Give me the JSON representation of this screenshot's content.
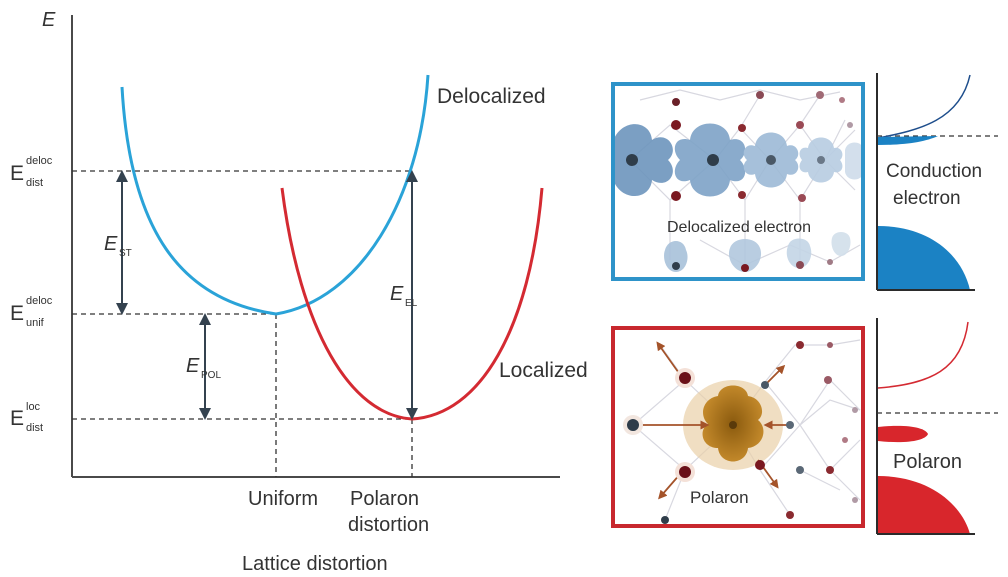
{
  "axes": {
    "y_label": "E",
    "x_label": "Lattice distortion",
    "x_ticks": [
      "Uniform",
      "Polaron",
      "distortion"
    ]
  },
  "levels": {
    "dist_deloc": {
      "main": "E",
      "sup": "deloc",
      "sub": "dist"
    },
    "unif_deloc": {
      "main": "E",
      "sup": "deloc",
      "sub": "unif"
    },
    "dist_loc": {
      "main": "E",
      "sup": "loc",
      "sub": "dist"
    }
  },
  "gaps": {
    "st": {
      "main": "E",
      "sub": "ST"
    },
    "pol": {
      "main": "E",
      "sub": "POL"
    },
    "el": {
      "main": "E",
      "sub": "EL"
    }
  },
  "curves": {
    "delocalized": {
      "label": "Delocalized",
      "color": "#2aa3d8"
    },
    "localized": {
      "label": "Localized",
      "color": "#d42a32"
    }
  },
  "panels": {
    "top": {
      "inset_label": "Delocalized electron",
      "side_label_1": "Conduction",
      "side_label_2": "electron",
      "frame_color": "#2e93c9",
      "fill_color": "#1b82c4"
    },
    "bottom": {
      "inset_label": "Polaron",
      "side_label": "Polaron",
      "frame_color": "#c8282e",
      "fill_color": "#d8262c"
    }
  }
}
